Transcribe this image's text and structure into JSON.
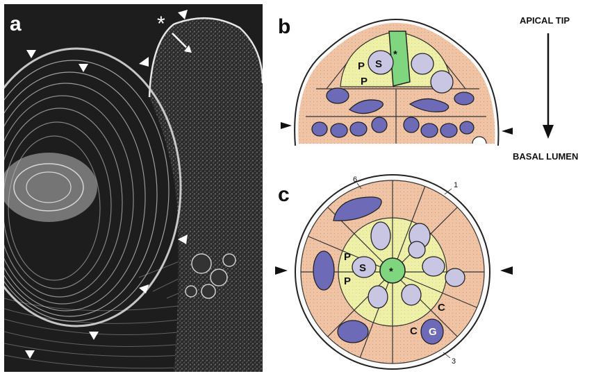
{
  "panels": {
    "a": {
      "letter": "a"
    },
    "b": {
      "letter": "b"
    },
    "c": {
      "letter": "c"
    }
  },
  "orientation": {
    "top_label": "APICAL TIP",
    "bottom_label": "BASAL LUMEN"
  },
  "panel_b_labels": {
    "star": "*",
    "p1": "P",
    "p2": "P",
    "s": "S"
  },
  "panel_c_labels": {
    "star": "*",
    "p1": "P",
    "p2": "P",
    "s": "S",
    "c1": "C",
    "c2": "C",
    "g": "G",
    "n1": "1",
    "n3": "3",
    "n6": "6"
  },
  "panel_a_labels": {
    "star": "*"
  },
  "colors": {
    "photo_bg": "#1b1b1b",
    "orange_cell": "#efc3a3",
    "yellow_cell": "#eef0a8",
    "green_cell": "#7fd67e",
    "nucleus": "#6d6bb8",
    "pale_nucleus": "#c9c6e4",
    "outline": "#222222"
  }
}
